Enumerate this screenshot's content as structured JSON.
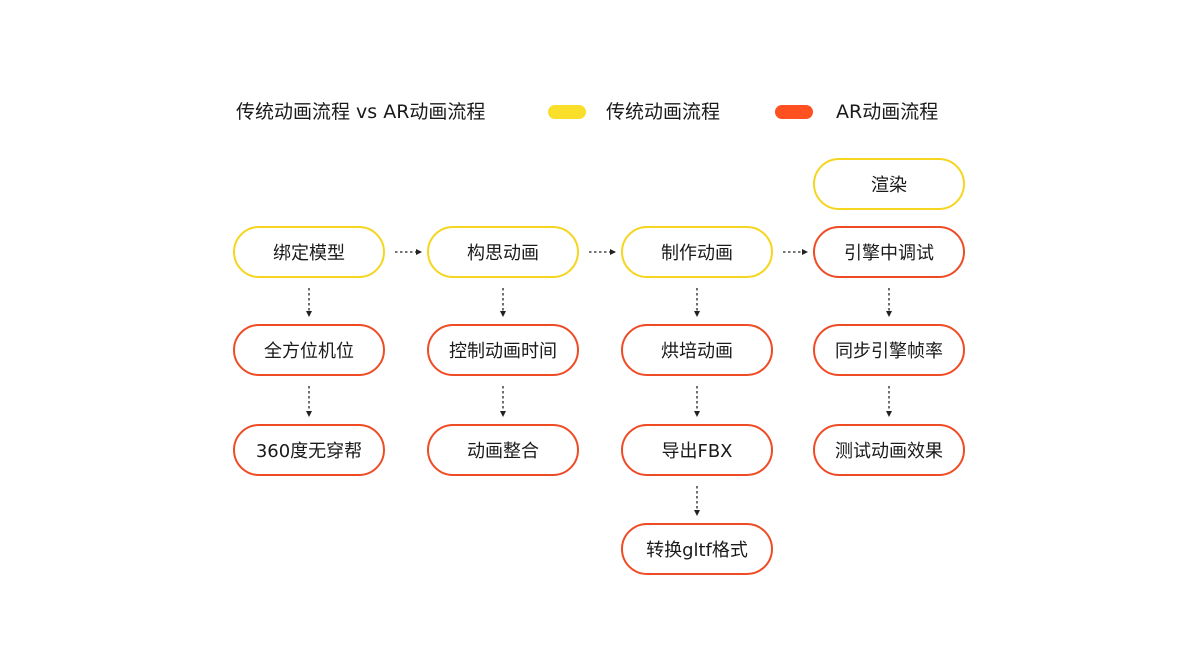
{
  "title": "传统动画流程 vs AR动画流程",
  "legend": [
    {
      "label": "传统动画流程",
      "color": "#FADF2A"
    },
    {
      "label": "AR动画流程",
      "color": "#FF5022"
    }
  ],
  "colors": {
    "traditional_border": "#F5D51F",
    "ar_border": "#EF4B25",
    "arrow": "#222222"
  },
  "columns": [
    {
      "nodes": [
        {
          "label": "绑定模型",
          "kind": "traditional"
        },
        {
          "label": "全方位机位",
          "kind": "ar"
        },
        {
          "label": "360度无穿帮",
          "kind": "ar"
        }
      ]
    },
    {
      "nodes": [
        {
          "label": "构思动画",
          "kind": "traditional"
        },
        {
          "label": "控制动画时间",
          "kind": "ar"
        },
        {
          "label": "动画整合",
          "kind": "ar"
        }
      ]
    },
    {
      "nodes": [
        {
          "label": "制作动画",
          "kind": "traditional"
        },
        {
          "label": "烘培动画",
          "kind": "ar"
        },
        {
          "label": "导出FBX",
          "kind": "ar"
        },
        {
          "label": "转换gltf格式",
          "kind": "ar"
        }
      ]
    },
    {
      "nodes": [
        {
          "label": "渲染",
          "kind": "traditional"
        },
        {
          "label": "引擎中调试",
          "kind": "ar"
        },
        {
          "label": "同步引擎帧率",
          "kind": "ar"
        },
        {
          "label": "测试动画效果",
          "kind": "ar"
        }
      ]
    }
  ]
}
